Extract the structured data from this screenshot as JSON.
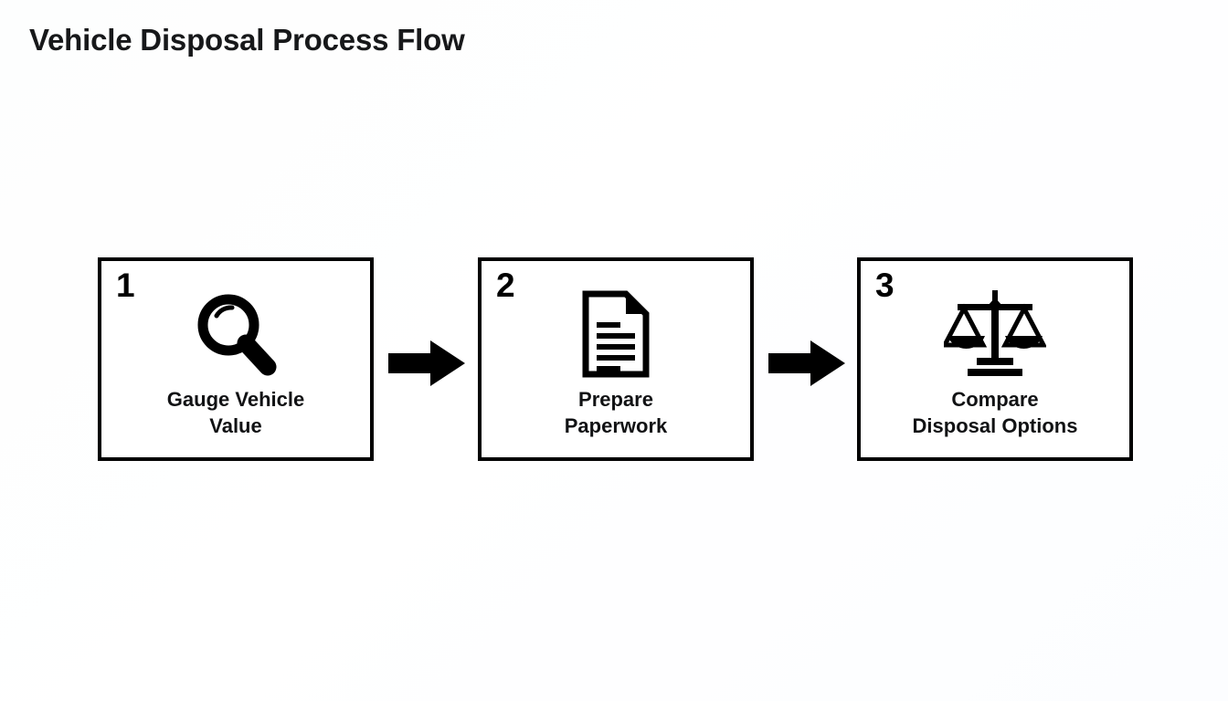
{
  "page": {
    "title": "Vehicle Disposal Process Flow",
    "background_color": "#ffffff",
    "ink_color": "#000000"
  },
  "flow": {
    "type": "process-flow",
    "orientation": "horizontal",
    "steps": [
      {
        "number": "1",
        "icon": "magnifying-glass-icon",
        "label": "Gauge Vehicle\nValue"
      },
      {
        "number": "2",
        "icon": "document-icon",
        "label": "Prepare\nPaperwork"
      },
      {
        "number": "3",
        "icon": "balance-scale-icon",
        "label": "Compare\nDisposal Options"
      }
    ],
    "connectors": [
      {
        "icon": "arrow-right-icon",
        "from": "1",
        "to": "2"
      },
      {
        "icon": "arrow-right-icon",
        "from": "2",
        "to": "3"
      }
    ]
  }
}
